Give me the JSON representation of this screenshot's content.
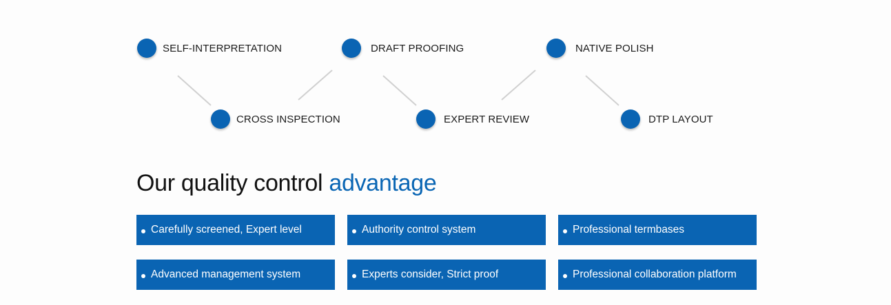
{
  "process": {
    "steps": [
      {
        "label": "SELF-INTERPRETATION"
      },
      {
        "label": "CROSS INSPECTION"
      },
      {
        "label": "DRAFT PROOFING"
      },
      {
        "label": "EXPERT REVIEW"
      },
      {
        "label": "NATIVE POLISH"
      },
      {
        "label": "DTP LAYOUT"
      }
    ]
  },
  "heading": {
    "main": "Our quality control ",
    "accent": "advantage"
  },
  "advantages": [
    {
      "label": "Carefully screened, Expert level"
    },
    {
      "label": "Authority control system"
    },
    {
      "label": "Professional termbases"
    },
    {
      "label": "Advanced management system"
    },
    {
      "label": "Experts consider, Strict proof"
    },
    {
      "label": "Professional collaboration platform"
    }
  ],
  "colors": {
    "accent": "#0a64b3",
    "connector": "#d0d0d0",
    "text": "#1a1a1a"
  }
}
